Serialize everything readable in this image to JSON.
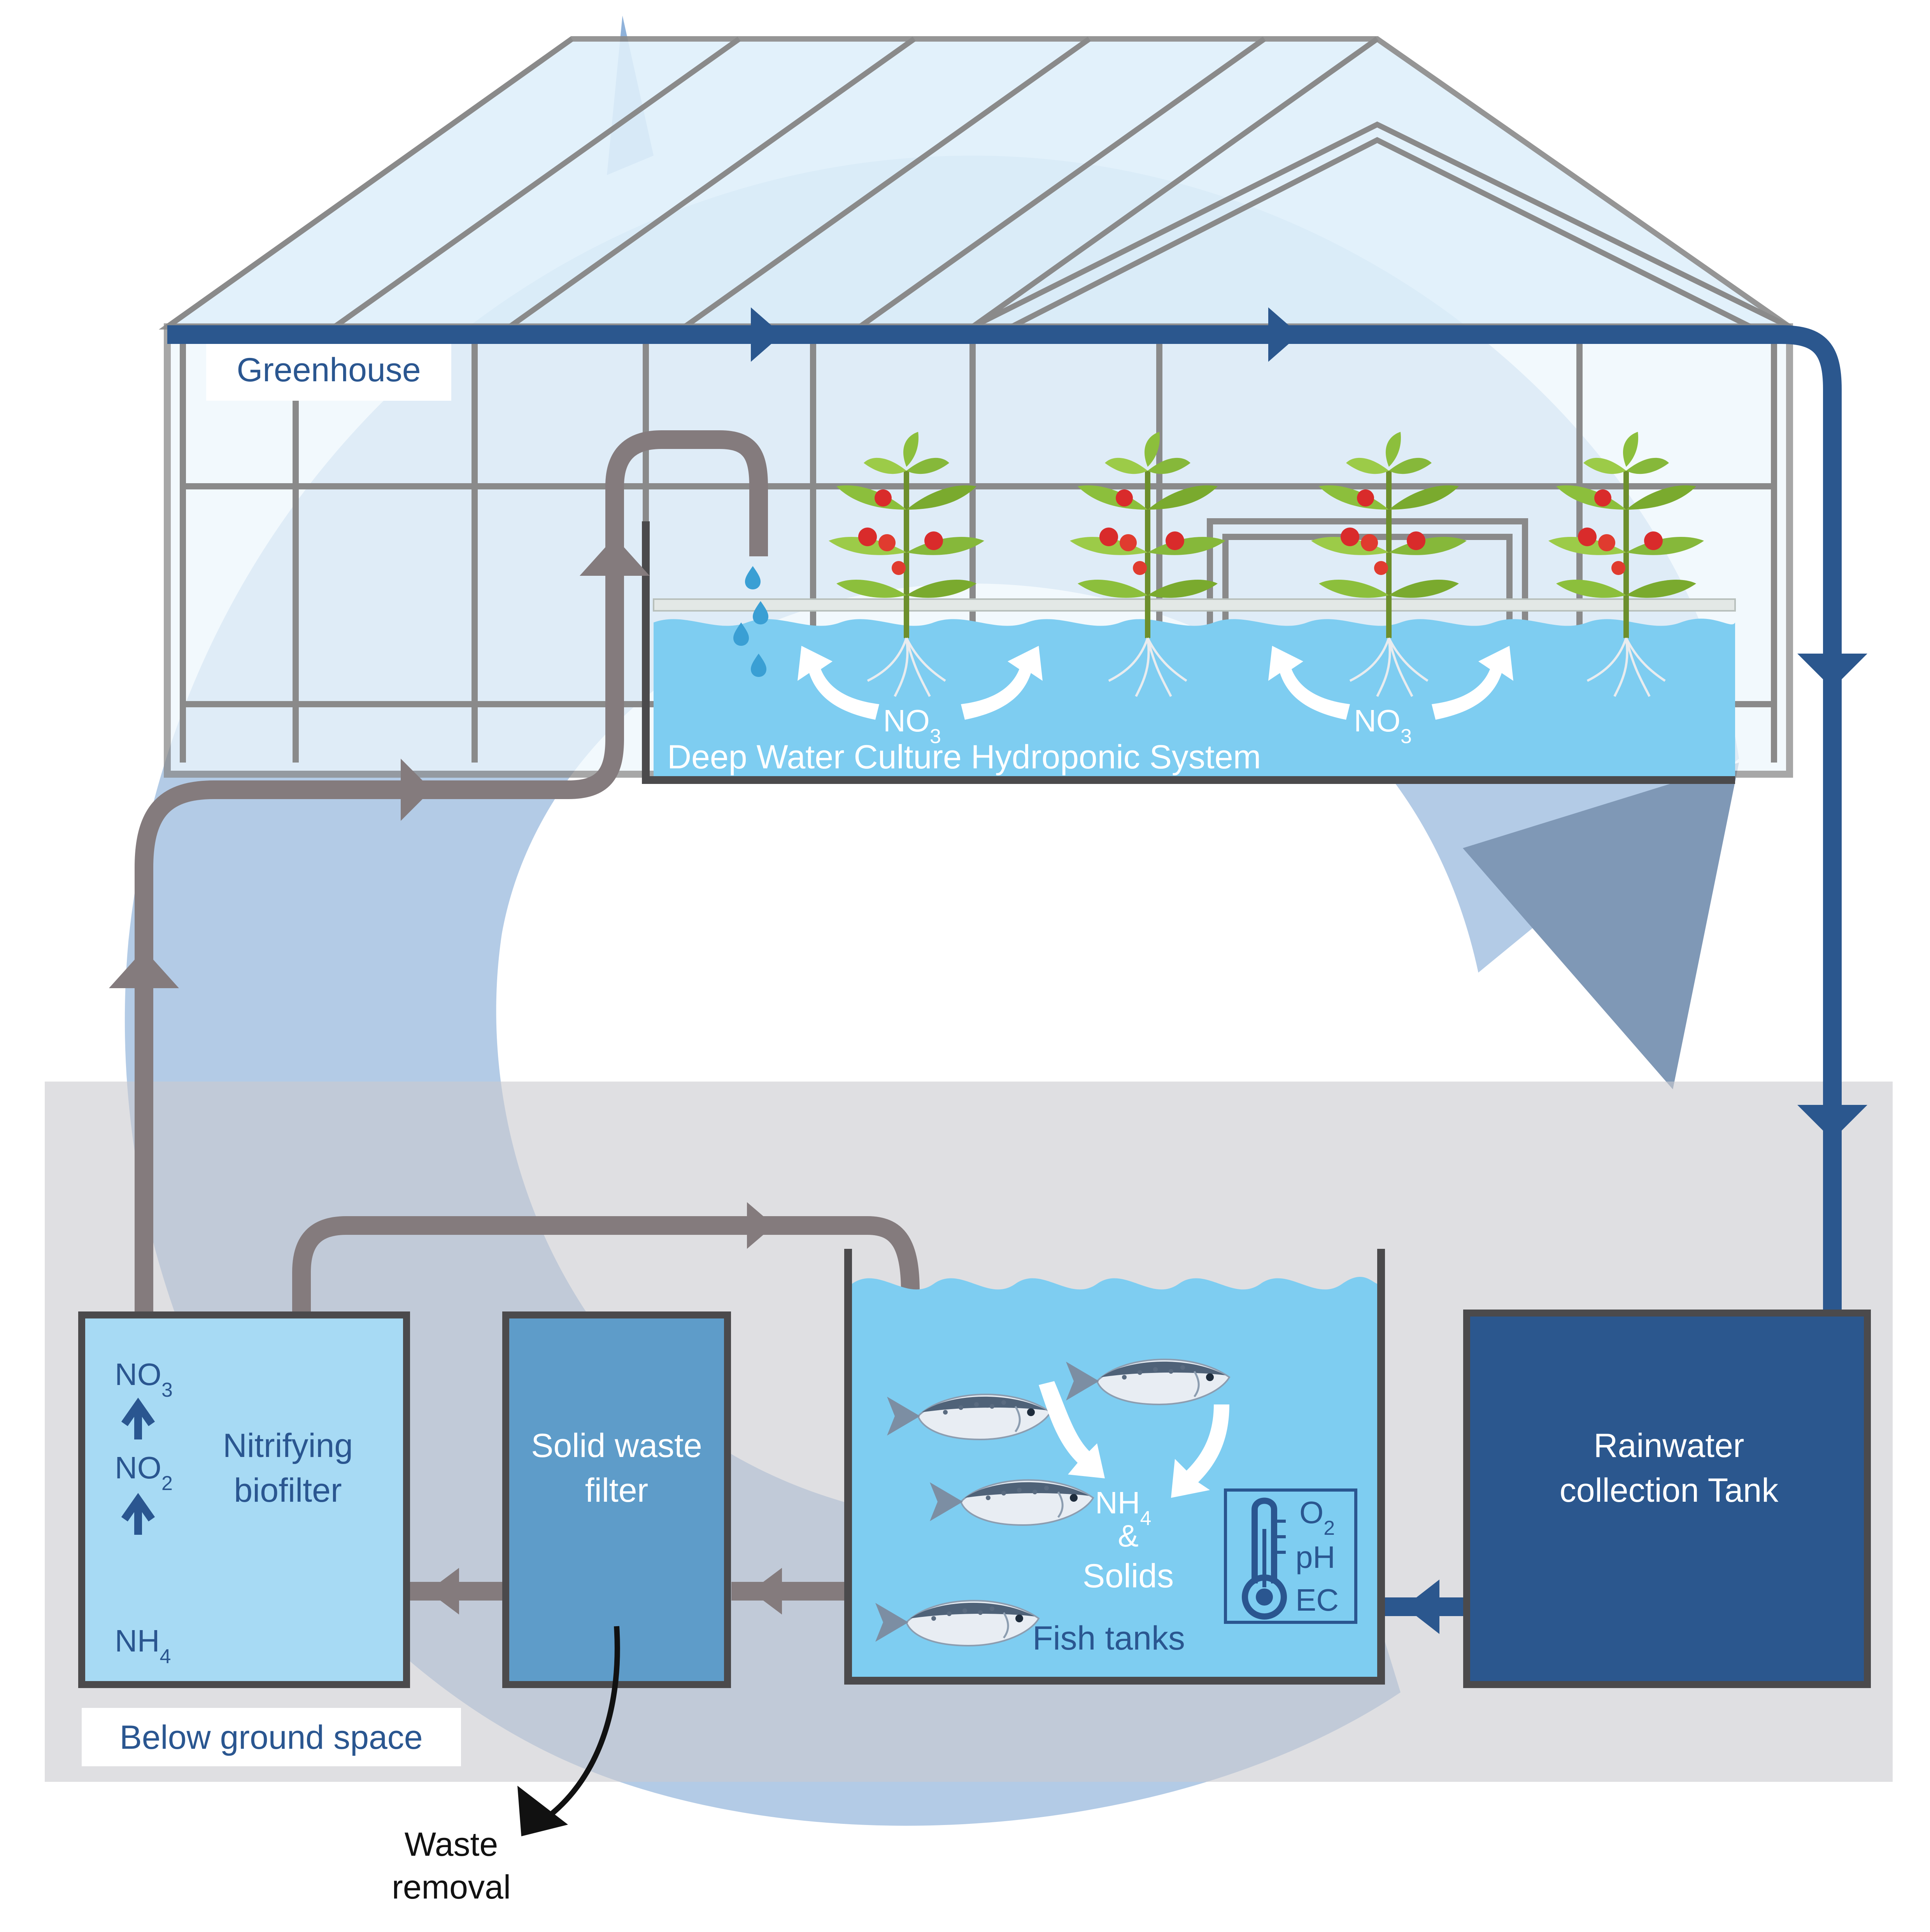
{
  "labels": {
    "greenhouse": "Greenhouse",
    "below_ground": "Below ground space",
    "hydroponic_system": "Deep Water Culture Hydroponic System",
    "nitrifying_line1": "Nitrifying",
    "nitrifying_line2": "biofilter",
    "solid_filter_line1": "Solid waste",
    "solid_filter_line2": "filter",
    "fish_tanks": "Fish tanks",
    "rainwater_line1": "Rainwater",
    "rainwater_line2": "collection Tank",
    "waste_line1": "Waste",
    "waste_line2": "removal"
  },
  "chemistry": {
    "no3_base": "NO",
    "no3_sub": "3",
    "no2_base": "NO",
    "no2_sub": "2",
    "nh4_base": "NH",
    "nh4_sub": "4",
    "amp": "&",
    "solids": "Solids",
    "o2_base": "O",
    "o2_sub": "2",
    "ph": "pH",
    "ec": "EC"
  },
  "icons": [
    "thermometer-icon",
    "fish-icon",
    "tomato-plant-icon",
    "water-drop-icon",
    "flow-arrow-icon"
  ],
  "colors": {
    "rain_pipe": "#2b578e",
    "loop_pipe": "#847b7d",
    "water": "#7ecdf1",
    "biofilter_fill": "#a7daf4",
    "solid_filter_fill": "#5e9cc9",
    "rain_tank_fill": "#2b578e",
    "underground": "#dcdde0"
  }
}
